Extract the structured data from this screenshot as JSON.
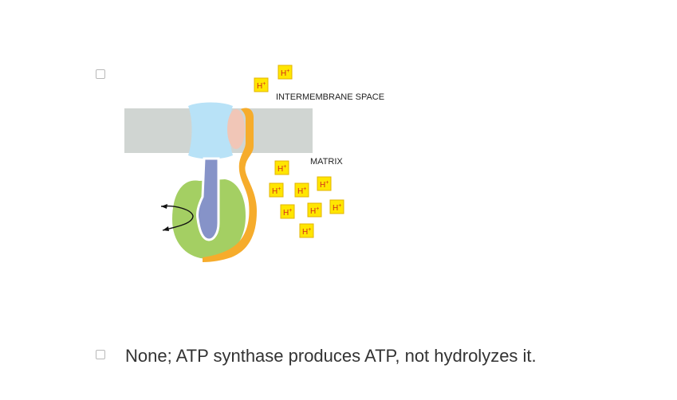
{
  "question": {
    "options": [
      {
        "type": "image",
        "diagram": {
          "labels": {
            "intermembrane": "INTERMEMBRANE SPACE",
            "matrix": "MATRIX"
          },
          "proton": {
            "base": "H",
            "charge": "+"
          }
        }
      },
      {
        "type": "text",
        "text": "None; ATP synthase produces ATP, not hydrolyzes it."
      }
    ]
  },
  "colors": {
    "membrane": "#d0d5d2",
    "rotor_head": "#b8e2f7",
    "stalk": "#8693c8",
    "stator_disk": "#f1c6b7",
    "stator_arm": "#f6ac2c",
    "f1_head": "#a4cf63",
    "proton_box": "#ffe600",
    "proton_text": "#d02a1a"
  }
}
